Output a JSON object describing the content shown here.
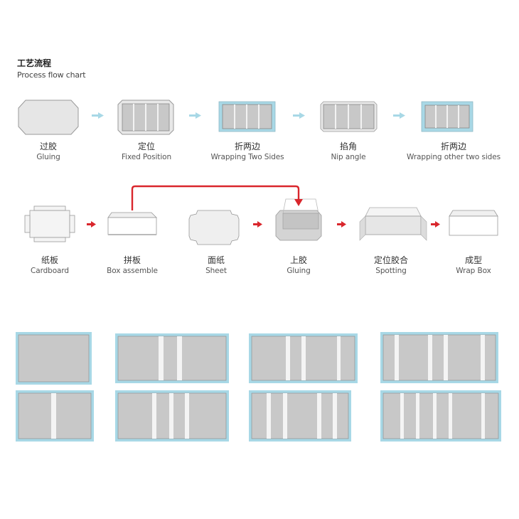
{
  "header": {
    "title_cn": "工艺流程",
    "title_en": "Process flow chart"
  },
  "row1": [
    {
      "cn": "过胶",
      "en": "Gluing"
    },
    {
      "cn": "定位",
      "en": "Fixed Position"
    },
    {
      "cn": "折两边",
      "en": "Wrapping Two Sides"
    },
    {
      "cn": "掐角",
      "en": "Nip angle"
    },
    {
      "cn": "折两边",
      "en": "Wrapping other two sides"
    }
  ],
  "row2": [
    {
      "cn": "纸板",
      "en": "Cardboard"
    },
    {
      "cn": "拼板",
      "en": "Box assemble"
    },
    {
      "cn": "面纸",
      "en": "Sheet"
    },
    {
      "cn": "上胶",
      "en": "Gluing"
    },
    {
      "cn": "定位胶合",
      "en": "Spotting"
    },
    {
      "cn": "成型",
      "en": "Wrap Box"
    }
  ],
  "colors": {
    "panel_gray": "#c8c8c8",
    "accent_blue": "#a8d8e6",
    "arrow_red": "#d9262c"
  }
}
